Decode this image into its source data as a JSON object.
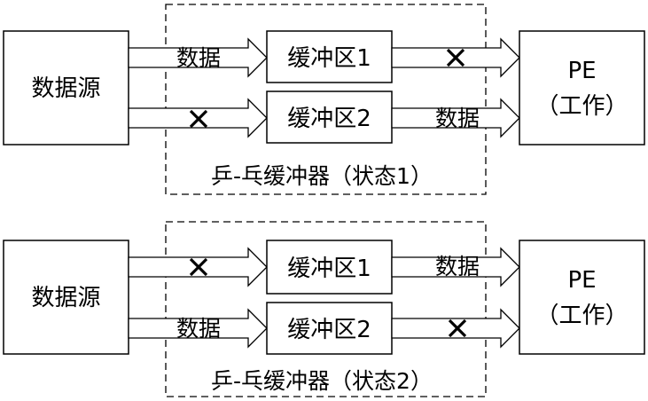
{
  "panels": [
    {
      "source_label": "数据源",
      "buffer1_label": "缓冲区1",
      "buffer2_label": "缓冲区2",
      "pe_line1": "PE",
      "pe_line2": "（工作）",
      "caption": "乒-乓缓冲器（状态1）",
      "in1_label": "数据",
      "in2_mark": "x",
      "out1_mark": "x",
      "out2_label": "数据"
    },
    {
      "source_label": "数据源",
      "buffer1_label": "缓冲区1",
      "buffer2_label": "缓冲区2",
      "pe_line1": "PE",
      "pe_line2": "（工作）",
      "caption": "乒-乓缓冲器（状态2）",
      "in1_mark": "x",
      "in2_label": "数据",
      "out1_label": "数据",
      "out2_mark": "x"
    }
  ]
}
